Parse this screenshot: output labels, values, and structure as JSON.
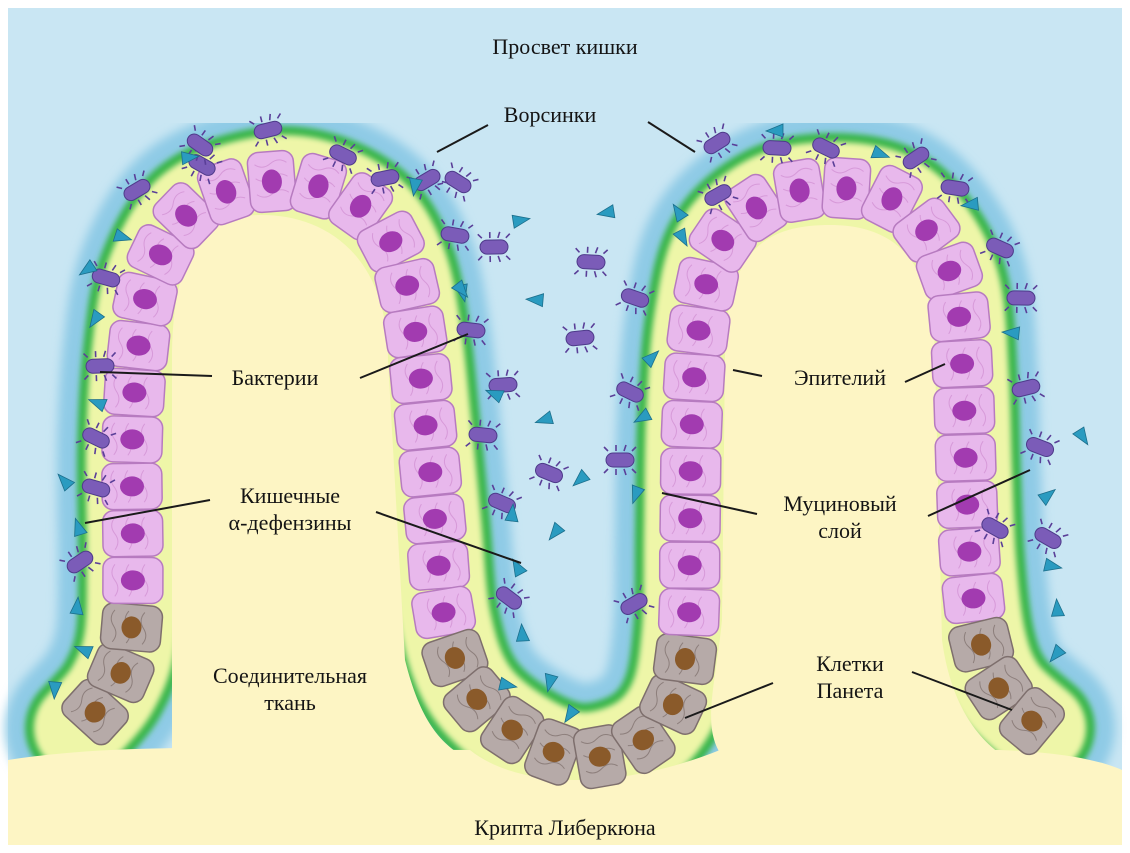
{
  "labels": {
    "lumen": "Просвет кишки",
    "villi": "Ворсинки",
    "bacteria": "Бактерии",
    "epithelium": "Эпителий",
    "defensins_line1": "Кишечные",
    "defensins_line2": "α-дефензины",
    "mucin_line1": "Муциновый",
    "mucin_line2": "слой",
    "connective_line1": "Соединительная",
    "connective_line2": "ткань",
    "paneth_line1": "Клетки",
    "paneth_line2": "Панета",
    "crypt": "Крипта Либеркюна"
  },
  "colors": {
    "lumen": "#c9e6f3",
    "mucus_outer": "#8fcbe6",
    "mucin_green": "#39b54a",
    "mucin_glow": "#eef6a8",
    "connective": "#fdf5c4",
    "epithelial_cell": "#e8b8ec",
    "epithelial_nucleus": "#a23bb0",
    "paneth_cell": "#b6aaa8",
    "paneth_granule": "#8a5a2a",
    "bacteria": "#7b5cb8",
    "defensin": "#2a9bc0"
  }
}
